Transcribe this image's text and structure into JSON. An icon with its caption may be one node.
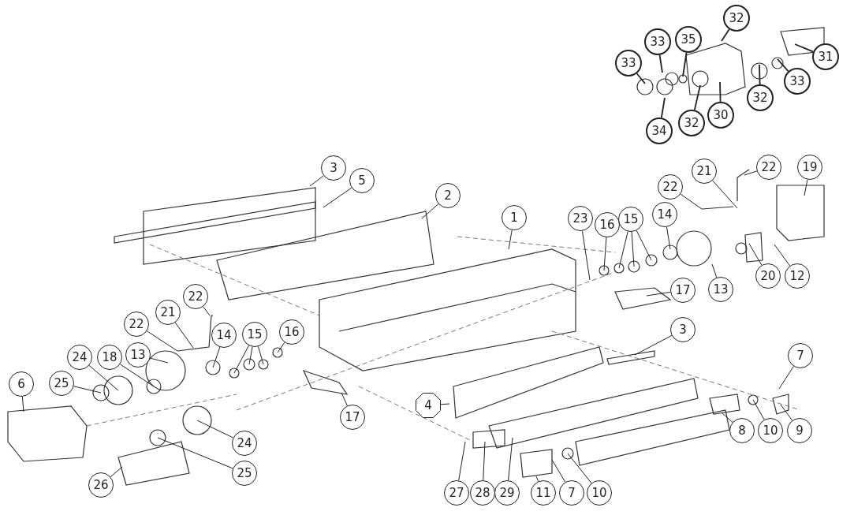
{
  "diagram": {
    "nodes": [
      {
        "text": [
          "32"
        ]
      },
      {
        "text": [
          "33"
        ]
      },
      {
        "text": [
          "35"
        ]
      },
      {
        "text": [
          "33"
        ]
      },
      {
        "text": [
          "34"
        ]
      },
      {
        "text": [
          "32"
        ]
      },
      {
        "text": [
          "30"
        ]
      },
      {
        "text": [
          "32"
        ]
      },
      {
        "text": [
          "31"
        ]
      },
      {
        "text": [
          "33"
        ]
      },
      {
        "text": [
          "3"
        ]
      },
      {
        "text": [
          "5"
        ]
      },
      {
        "text": [
          "2"
        ]
      },
      {
        "text": [
          "1"
        ]
      },
      {
        "text": [
          "23"
        ]
      },
      {
        "text": [
          "16"
        ]
      },
      {
        "text": [
          "15"
        ]
      },
      {
        "text": [
          "14"
        ]
      },
      {
        "text": [
          "21"
        ]
      },
      {
        "text": [
          "22"
        ]
      },
      {
        "text": [
          "22"
        ]
      },
      {
        "text": [
          "19"
        ]
      },
      {
        "text": [
          "13"
        ]
      },
      {
        "text": [
          "20"
        ]
      },
      {
        "text": [
          "12"
        ]
      },
      {
        "text": [
          "17"
        ]
      },
      {
        "text": [
          "3"
        ]
      },
      {
        "text": [
          "7"
        ]
      },
      {
        "text": [
          "9"
        ]
      },
      {
        "text": [
          "10"
        ]
      },
      {
        "text": [
          "8"
        ]
      },
      {
        "text": [
          "27"
        ]
      },
      {
        "text": [
          "28"
        ]
      },
      {
        "text": [
          "29"
        ]
      },
      {
        "text": [
          "11"
        ]
      },
      {
        "text": [
          "7"
        ]
      },
      {
        "text": [
          "10"
        ]
      },
      {
        "text": [
          "22"
        ]
      },
      {
        "text": [
          "21"
        ]
      },
      {
        "text": [
          "22"
        ]
      },
      {
        "text": [
          "14"
        ]
      },
      {
        "text": [
          "15"
        ]
      },
      {
        "text": [
          "16"
        ]
      },
      {
        "text": [
          "13"
        ]
      },
      {
        "text": [
          "24"
        ]
      },
      {
        "text": [
          "18"
        ]
      },
      {
        "text": [
          "25"
        ]
      },
      {
        "text": [
          "6"
        ]
      },
      {
        "text": [
          "24"
        ]
      },
      {
        "text": [
          "25"
        ]
      },
      {
        "text": [
          "26"
        ]
      },
      {
        "text": [
          "17"
        ]
      },
      {
        "text": [
          "4"
        ]
      }
    ],
    "edges": [
      {
        "from": 0,
        "to": null,
        "arrow": "none"
      },
      {
        "from": 1,
        "to": null,
        "arrow": "none"
      },
      {
        "from": 2,
        "to": null,
        "arrow": "none"
      },
      {
        "from": 3,
        "to": null,
        "arrow": "none"
      },
      {
        "from": 4,
        "to": null,
        "arrow": "none"
      },
      {
        "from": 5,
        "to": null,
        "arrow": "none"
      },
      {
        "from": 6,
        "to": null,
        "arrow": "none"
      },
      {
        "from": 7,
        "to": null,
        "arrow": "none"
      },
      {
        "from": 8,
        "to": null,
        "arrow": "none"
      },
      {
        "from": 9,
        "to": null,
        "arrow": "none"
      },
      {
        "from": 10,
        "to": null,
        "arrow": "none"
      },
      {
        "from": 11,
        "to": null,
        "arrow": "none"
      },
      {
        "from": 12,
        "to": null,
        "arrow": "none"
      },
      {
        "from": 13,
        "to": null,
        "arrow": "none"
      },
      {
        "from": 14,
        "to": null,
        "arrow": "none"
      },
      {
        "from": 15,
        "to": null,
        "arrow": "none"
      },
      {
        "from": 16,
        "to": null,
        "arrow": "none"
      },
      {
        "from": 16,
        "to": null,
        "arrow": "none"
      },
      {
        "from": 16,
        "to": null,
        "arrow": "none"
      },
      {
        "from": 17,
        "to": null,
        "arrow": "none"
      },
      {
        "from": 18,
        "to": null,
        "arrow": "none"
      },
      {
        "from": 19,
        "to": null,
        "arrow": "none"
      },
      {
        "from": 20,
        "to": null,
        "arrow": "none"
      },
      {
        "from": 21,
        "to": null,
        "arrow": "none"
      },
      {
        "from": 22,
        "to": null,
        "arrow": "none"
      },
      {
        "from": 23,
        "to": null,
        "arrow": "none"
      },
      {
        "from": 24,
        "to": null,
        "arrow": "none"
      },
      {
        "from": 25,
        "to": null,
        "arrow": "none"
      },
      {
        "from": 26,
        "to": null,
        "arrow": "none"
      },
      {
        "from": 27,
        "to": null,
        "arrow": "none"
      },
      {
        "from": 28,
        "to": null,
        "arrow": "none"
      },
      {
        "from": 29,
        "to": null,
        "arrow": "none"
      },
      {
        "from": 30,
        "to": null,
        "arrow": "none"
      },
      {
        "from": 31,
        "to": null,
        "arrow": "none"
      },
      {
        "from": 32,
        "to": null,
        "arrow": "none"
      },
      {
        "from": 33,
        "to": null,
        "arrow": "none"
      },
      {
        "from": 34,
        "to": null,
        "arrow": "none"
      },
      {
        "from": 35,
        "to": null,
        "arrow": "none"
      },
      {
        "from": 36,
        "to": null,
        "arrow": "none"
      },
      {
        "from": 37,
        "to": null,
        "arrow": "none"
      },
      {
        "from": 38,
        "to": null,
        "arrow": "none"
      },
      {
        "from": 39,
        "to": null,
        "arrow": "none"
      },
      {
        "from": 40,
        "to": null,
        "arrow": "none"
      },
      {
        "from": 41,
        "to": null,
        "arrow": "none"
      },
      {
        "from": 41,
        "to": null,
        "arrow": "none"
      },
      {
        "from": 41,
        "to": null,
        "arrow": "none"
      },
      {
        "from": 42,
        "to": null,
        "arrow": "none"
      },
      {
        "from": 43,
        "to": null,
        "arrow": "none"
      },
      {
        "from": 44,
        "to": null,
        "arrow": "none"
      },
      {
        "from": 45,
        "to": null,
        "arrow": "none"
      },
      {
        "from": 46,
        "to": null,
        "arrow": "none"
      },
      {
        "from": 47,
        "to": null,
        "arrow": "none"
      },
      {
        "from": 48,
        "to": null,
        "arrow": "none"
      },
      {
        "from": 49,
        "to": null,
        "arrow": "none"
      },
      {
        "from": 50,
        "to": null,
        "arrow": "none"
      },
      {
        "from": 51,
        "to": null,
        "arrow": "none"
      },
      {
        "from": 52,
        "to": null,
        "arrow": "none"
      }
    ]
  }
}
